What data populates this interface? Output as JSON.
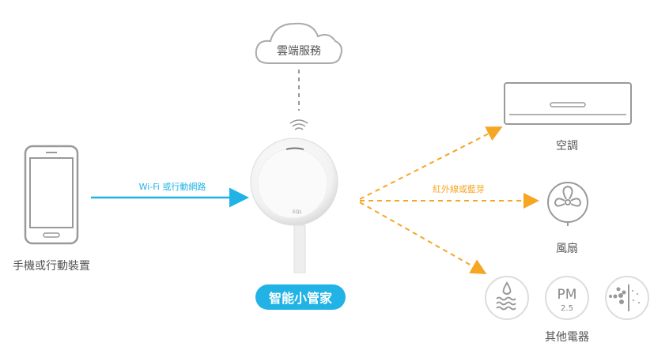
{
  "cloud": {
    "label": "雲端服務"
  },
  "hub": {
    "label": "智能小管家",
    "brand": "EQL"
  },
  "phone": {
    "label": "手機或行動裝置"
  },
  "links": {
    "wifi": "Wi-Fi 或行動網路",
    "ir_bt": "紅外線或藍芽"
  },
  "devices": {
    "ac": "空調",
    "fan": "風扇",
    "others": "其他電器",
    "pm_text": "PM",
    "pm_value": "2.5"
  },
  "colors": {
    "blue": "#21b3e6",
    "orange": "#f5a623",
    "gray": "#aaaaaa"
  }
}
